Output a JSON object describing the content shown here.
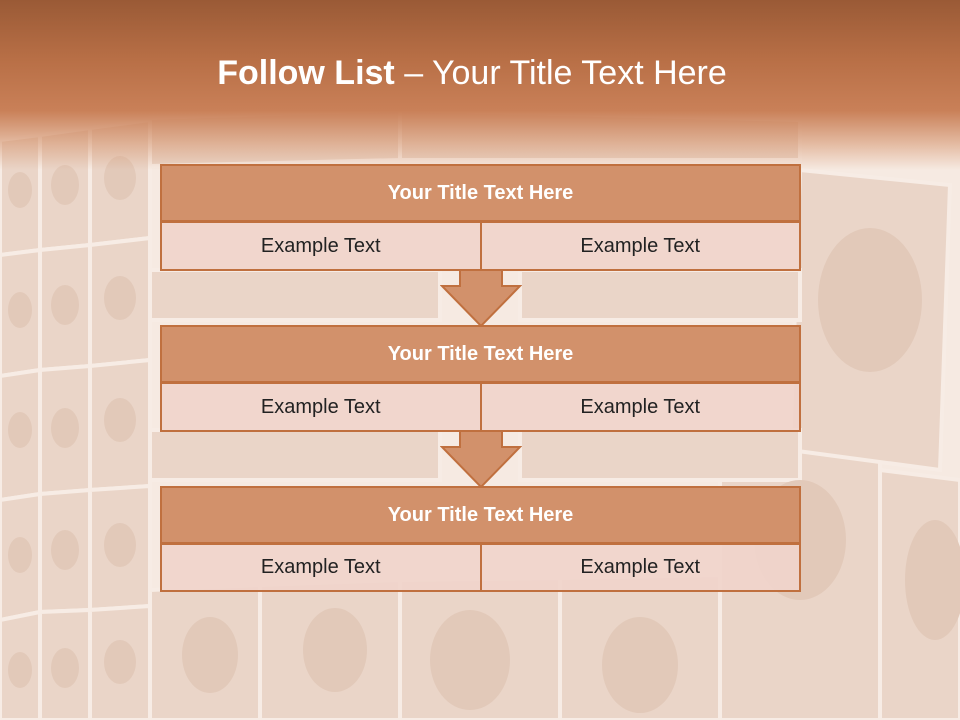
{
  "slide": {
    "title_bold": "Follow List",
    "title_rest": " – Your Title Text Here"
  },
  "blocks": [
    {
      "title": "Your Title Text Here",
      "left_text": "Example Text",
      "right_text": "Example Text"
    },
    {
      "title": "Your Title Text Here",
      "left_text": "Example Text",
      "right_text": "Example Text"
    },
    {
      "title": "Your Title Text Here",
      "left_text": "Example Text",
      "right_text": "Example Text"
    }
  ],
  "colors": {
    "header_band": "#b86f46",
    "block_head_fill": "#d2916b",
    "block_border": "#c0703f",
    "cell_fill": "#f0d4cb",
    "arrow_fill": "#d2916b"
  },
  "icons": {
    "connector": "down-arrow-icon",
    "background": "portrait-photo-collage"
  }
}
